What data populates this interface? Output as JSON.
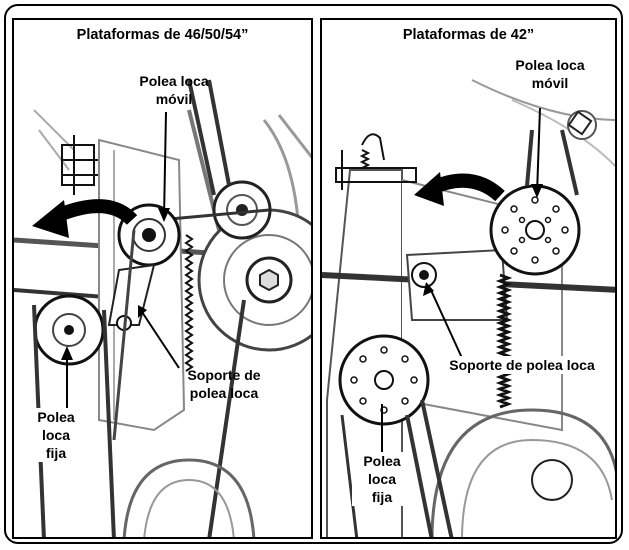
{
  "left_panel": {
    "title": "Plataformas de 46/50/54”",
    "movable_pulley": [
      "Polea loca",
      "móvil"
    ],
    "idler_bracket": [
      "Soporte de",
      "polea loca"
    ],
    "fixed_pulley": [
      "Polea",
      "loca",
      "fija"
    ]
  },
  "right_panel": {
    "title": "Plataformas de 42”",
    "movable_pulley": [
      "Polea loca",
      "móvil"
    ],
    "idler_bracket": "Soporte de polea loca",
    "fixed_pulley": [
      "Polea",
      "loca",
      "fija"
    ]
  }
}
